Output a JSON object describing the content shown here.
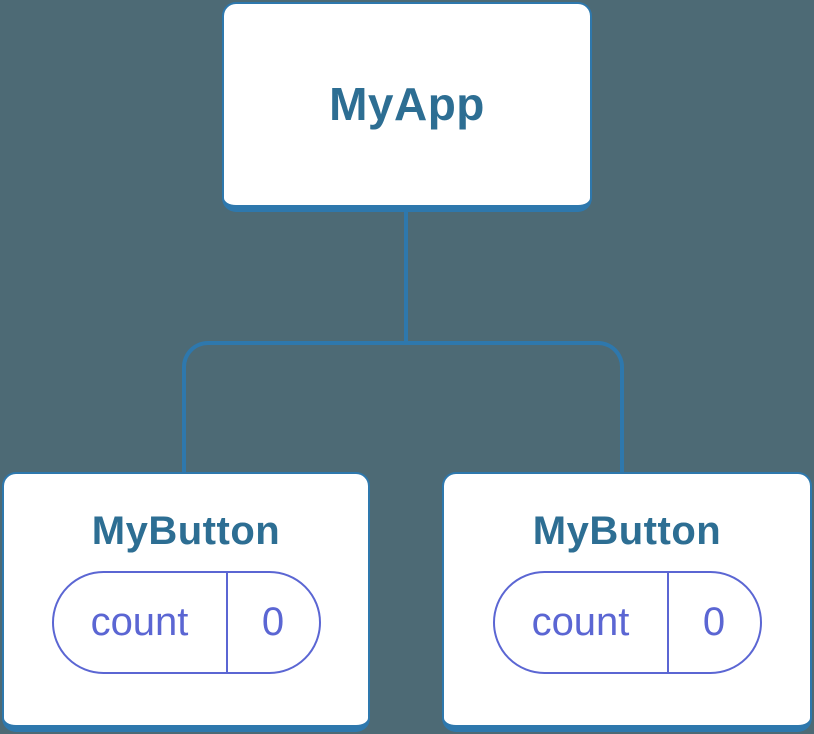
{
  "colors": {
    "background": "#4d6a75",
    "stroke": "#2e78ad",
    "node-fill": "#ffffff",
    "node-text": "#2d6e93",
    "state-accent": "#5b66d3"
  },
  "tree": {
    "root": {
      "label": "MyApp"
    },
    "children": [
      {
        "label": "MyButton",
        "state": {
          "key": "count",
          "value": "0"
        }
      },
      {
        "label": "MyButton",
        "state": {
          "key": "count",
          "value": "0"
        }
      }
    ]
  }
}
